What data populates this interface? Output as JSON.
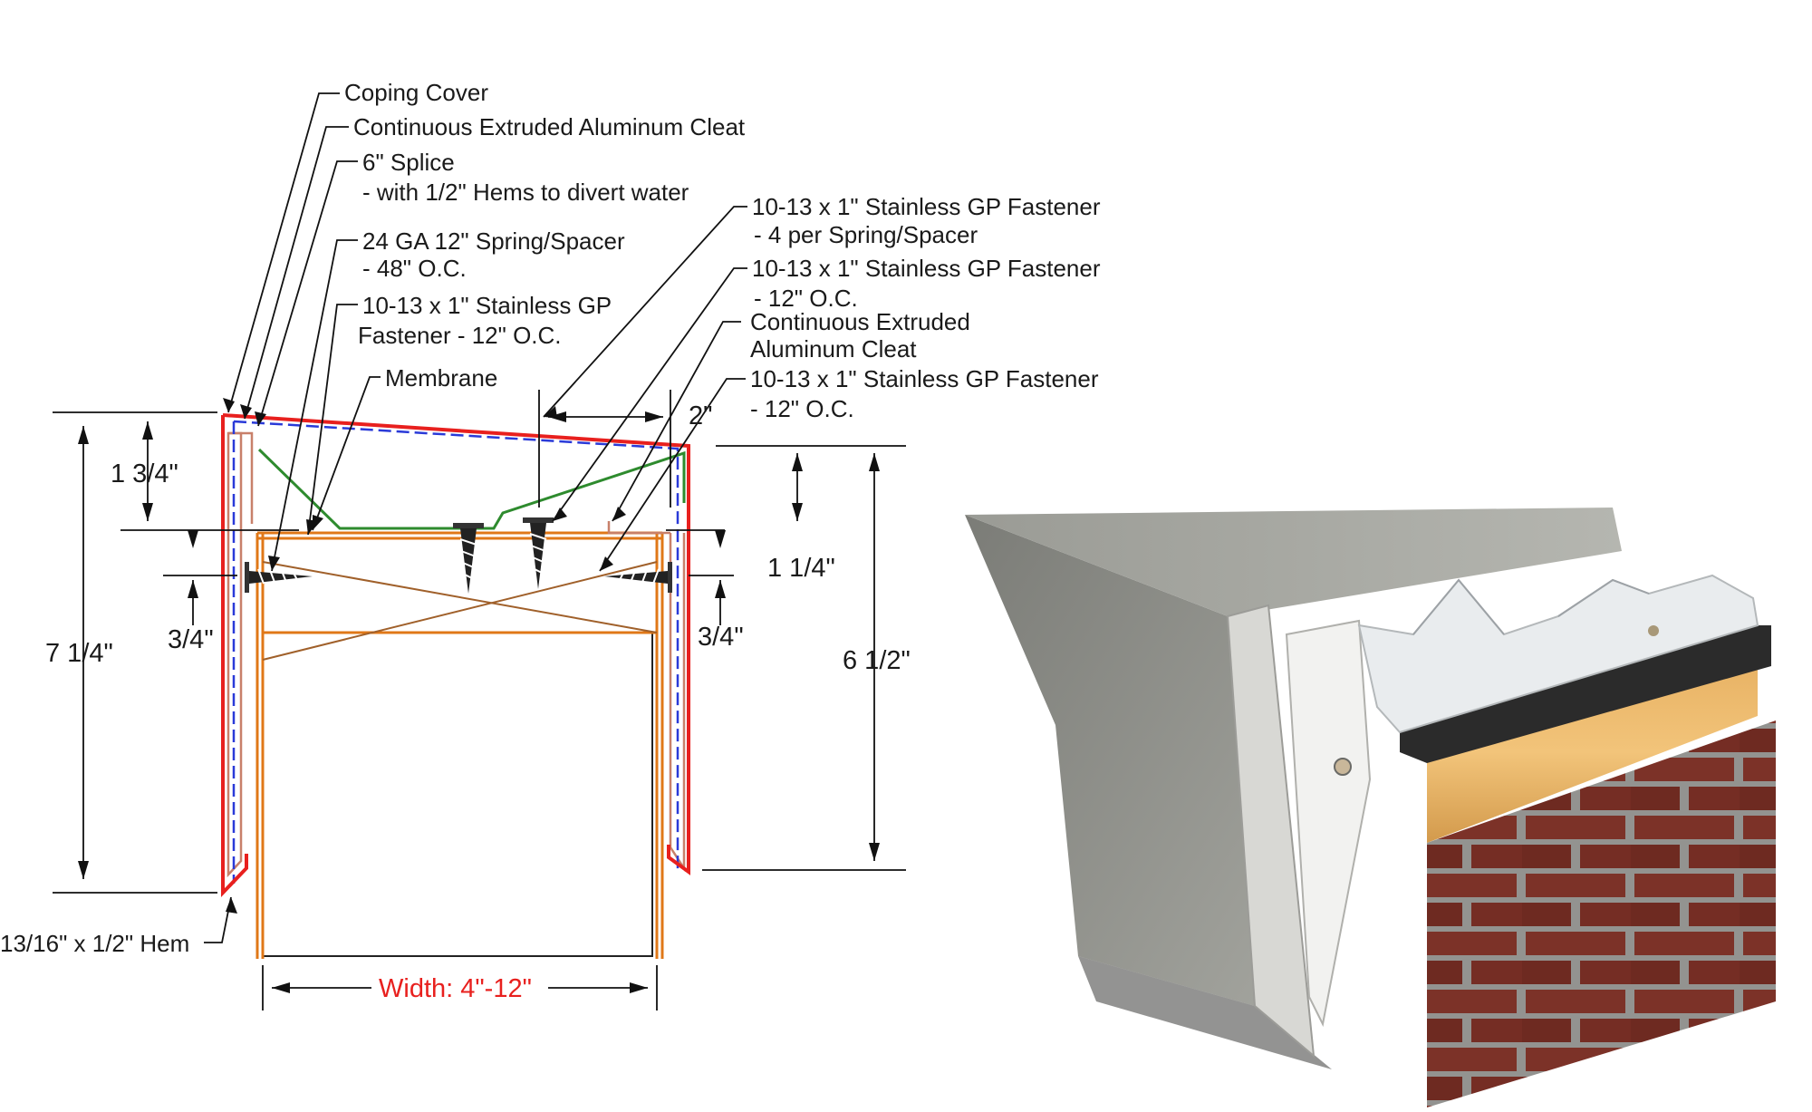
{
  "labels": {
    "coping_cover": "Coping Cover",
    "cleat_left": "Continuous Extruded Aluminum Cleat",
    "splice_line1": "6\" Splice",
    "splice_line2": "- with 1/2\" Hems to divert water",
    "spring_line1": "24 GA 12\" Spring/Spacer",
    "spring_line2": "- 48\" O.C.",
    "fastener_left_line1": "10-13 x 1\" Stainless GP",
    "fastener_left_line2": "Fastener - 12\" O.C.",
    "membrane": "Membrane",
    "fastener_top_line1": "10-13 x 1\" Stainless GP Fastener",
    "fastener_top_line2": "- 4 per Spring/Spacer",
    "fastener_mid_line1": "10-13 x 1\" Stainless GP Fastener",
    "fastener_mid_line2": "- 12\" O.C.",
    "cleat_right_line1": "Continuous Extruded",
    "cleat_right_line2": "Aluminum Cleat",
    "fastener_right_line1": "10-13 x 1\" Stainless GP Fastener",
    "fastener_right_line2": "- 12\" O.C.",
    "hem": "13/16\" x 1/2\" Hem"
  },
  "dimensions": {
    "top_left": "1 3/4\"",
    "left_small": "3/4\"",
    "left_total": "7 1/4\"",
    "top_right_offset": "2\"",
    "right_top": "1 1/4\"",
    "right_small": "3/4\"",
    "right_total": "6 1/2\"",
    "width": "Width: 4\"-12\""
  },
  "colors": {
    "coping": "#e8201e",
    "spring": "#2e8b2e",
    "cleat": "#c8806a",
    "nailer": "#e07818",
    "splice": "#2a3ad8",
    "brick": "#8a3328",
    "metal": "#8b8c86"
  }
}
